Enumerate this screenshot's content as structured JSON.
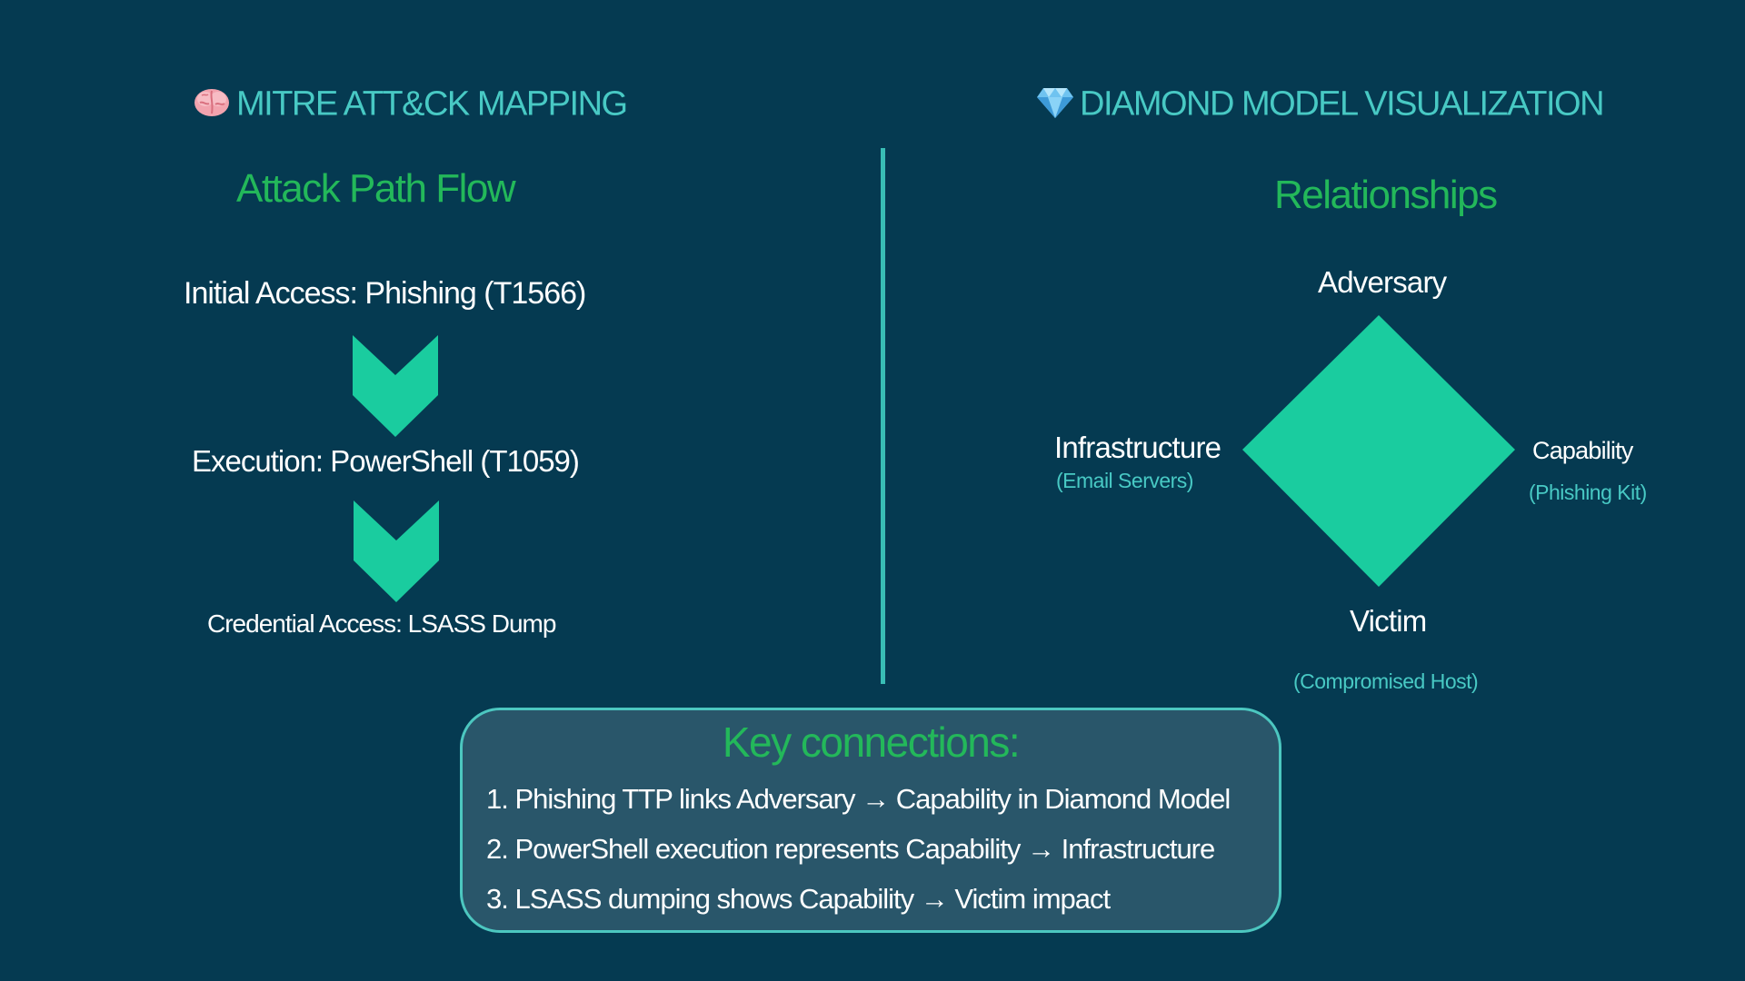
{
  "left_panel": {
    "heading_icon": "brain-icon",
    "heading": "MITRE ATT&CK MAPPING",
    "subheading": "Attack Path Flow",
    "steps": [
      "Initial Access: Phishing (T1566)",
      "Execution: PowerShell (T1059)",
      "Credential Access: LSASS Dump"
    ],
    "arrow_icon": "chevron-down-icon"
  },
  "right_panel": {
    "heading_icon": "gem-icon",
    "heading": "DIAMOND MODEL VISUALIZATION",
    "subheading": "Relationships",
    "nodes": {
      "adversary": {
        "label": "Adversary"
      },
      "infrastructure": {
        "label": "Infrastructure",
        "detail": "(Email Servers)"
      },
      "capability": {
        "label": "Capability",
        "detail": "(Phishing Kit)"
      },
      "victim": {
        "label": "Victim",
        "detail": "(Compromised Host)"
      }
    }
  },
  "key_connections": {
    "title": "Key connections:",
    "items": [
      "1. Phishing TTP links Adversary → Capability in Diamond  Model",
      "2. PowerShell execution represents  Capability → Infrastructure",
      "3. LSASS dumping shows Capability → Victim  impact"
    ]
  },
  "colors": {
    "background": "#053a51",
    "heading_teal": "#48c9c4",
    "subheading_green": "#23b85a",
    "shape_green": "#1acc9f",
    "box_fill": "#29566a",
    "box_border": "#4cc7c0"
  }
}
